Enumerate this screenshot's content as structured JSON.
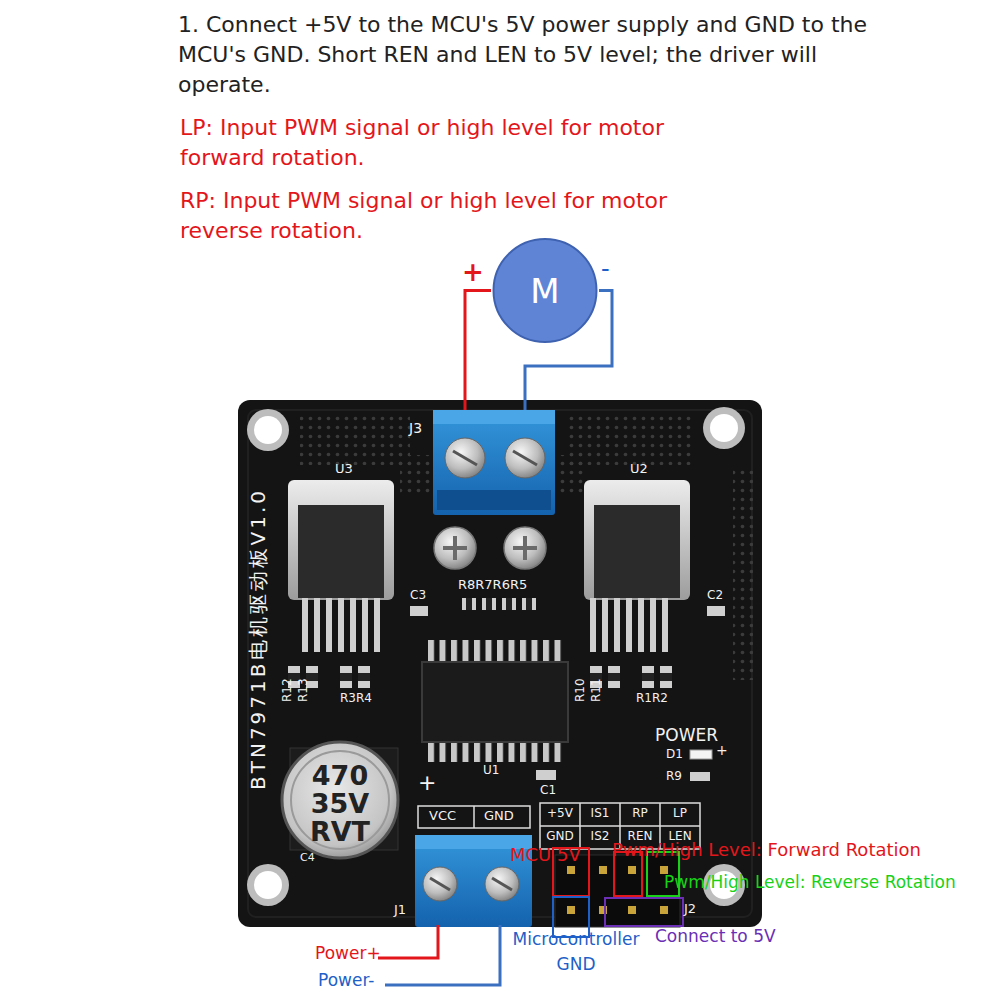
{
  "diagram": {
    "nodes": [
      {
        "text": [
          "M"
        ]
      },
      {
        "text": [
          "J3"
        ]
      }
    ],
    "edges": [
      {
        "from": 0,
        "to": 1,
        "arrow": "none"
      },
      {
        "from": 0,
        "to": 1,
        "arrow": "none"
      }
    ],
    "labels": [
      "1. Connect +5V to the MCU's 5V power supply and GND to the MCU's GND. Short REN and LEN to 5V level; the driver will operate.",
      "LP: Input PWM signal or high level for motor forward rotation.",
      "RP: Input PWM signal or high level for motor reverse rotation.",
      "+",
      "-",
      "U3",
      "U2",
      "R8R7R6R5",
      "C3",
      "C2",
      "R12",
      "R13",
      "R3R4",
      "R10",
      "R11",
      "R1R2",
      "BTN7971B电机驱动板V1.0",
      "POWER",
      "D1",
      "+",
      "R9",
      "U1",
      "C1",
      "470",
      "35V",
      "RVT",
      "C4",
      "+",
      "VCC",
      "GND",
      "J1",
      "+5V",
      "IS1",
      "RP",
      "LP",
      "GND",
      "IS2",
      "REN",
      "LEN",
      "J2",
      "MCU 5V",
      "Pwm/High Level: Forward Rotation",
      "Pwm/High Level: Reverse Rotation",
      "Microcontroller GND",
      "Connect to 5V",
      "Power+",
      "Power-"
    ]
  }
}
